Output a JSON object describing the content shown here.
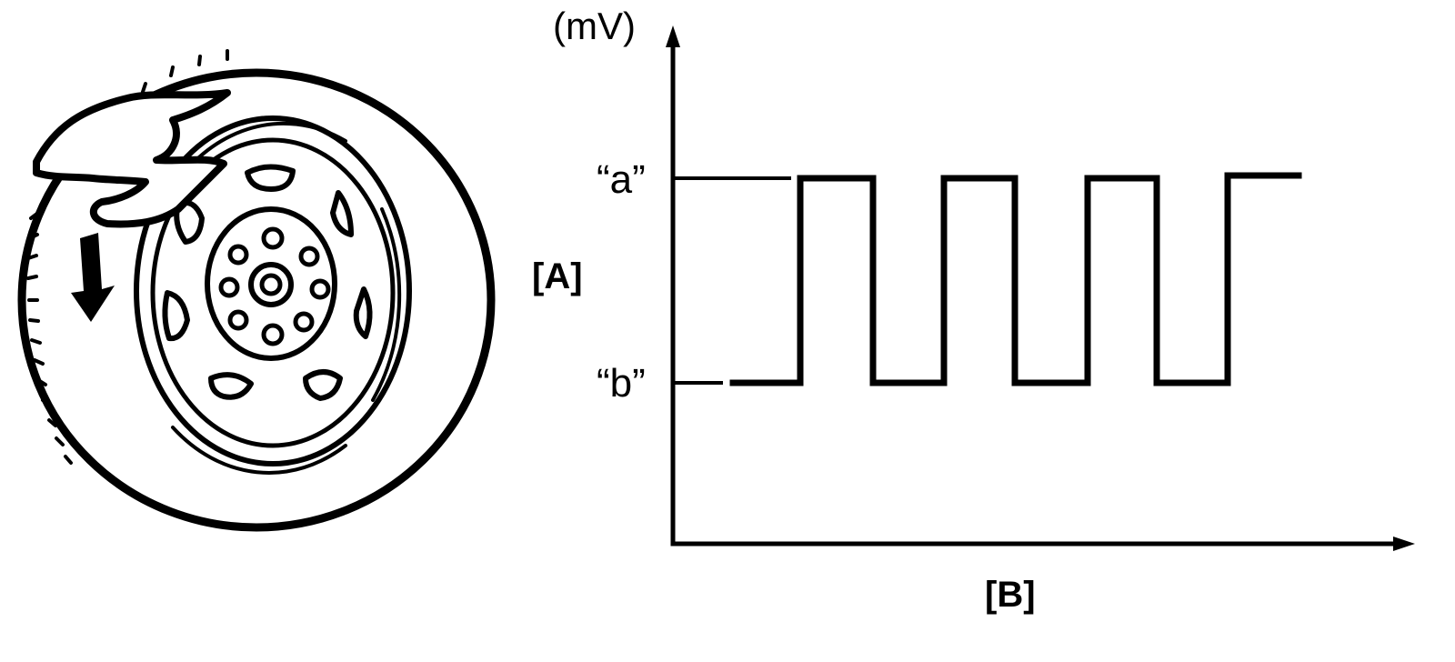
{
  "labels": {
    "unit": "(mV)",
    "level_a": "“a”",
    "level_b": "“b”",
    "axis_a": "[A]",
    "axis_b": "[B]"
  },
  "illustration": {
    "subject": "wheel-turned-by-hand",
    "arrow": "rotation-direction-arrow"
  },
  "waveform": {
    "type": "square-wave",
    "levels": [
      "a",
      "b"
    ],
    "pulses_high": 4,
    "pulses_low": 3
  },
  "colors": {
    "ink": "#000000",
    "paper": "#ffffff"
  }
}
